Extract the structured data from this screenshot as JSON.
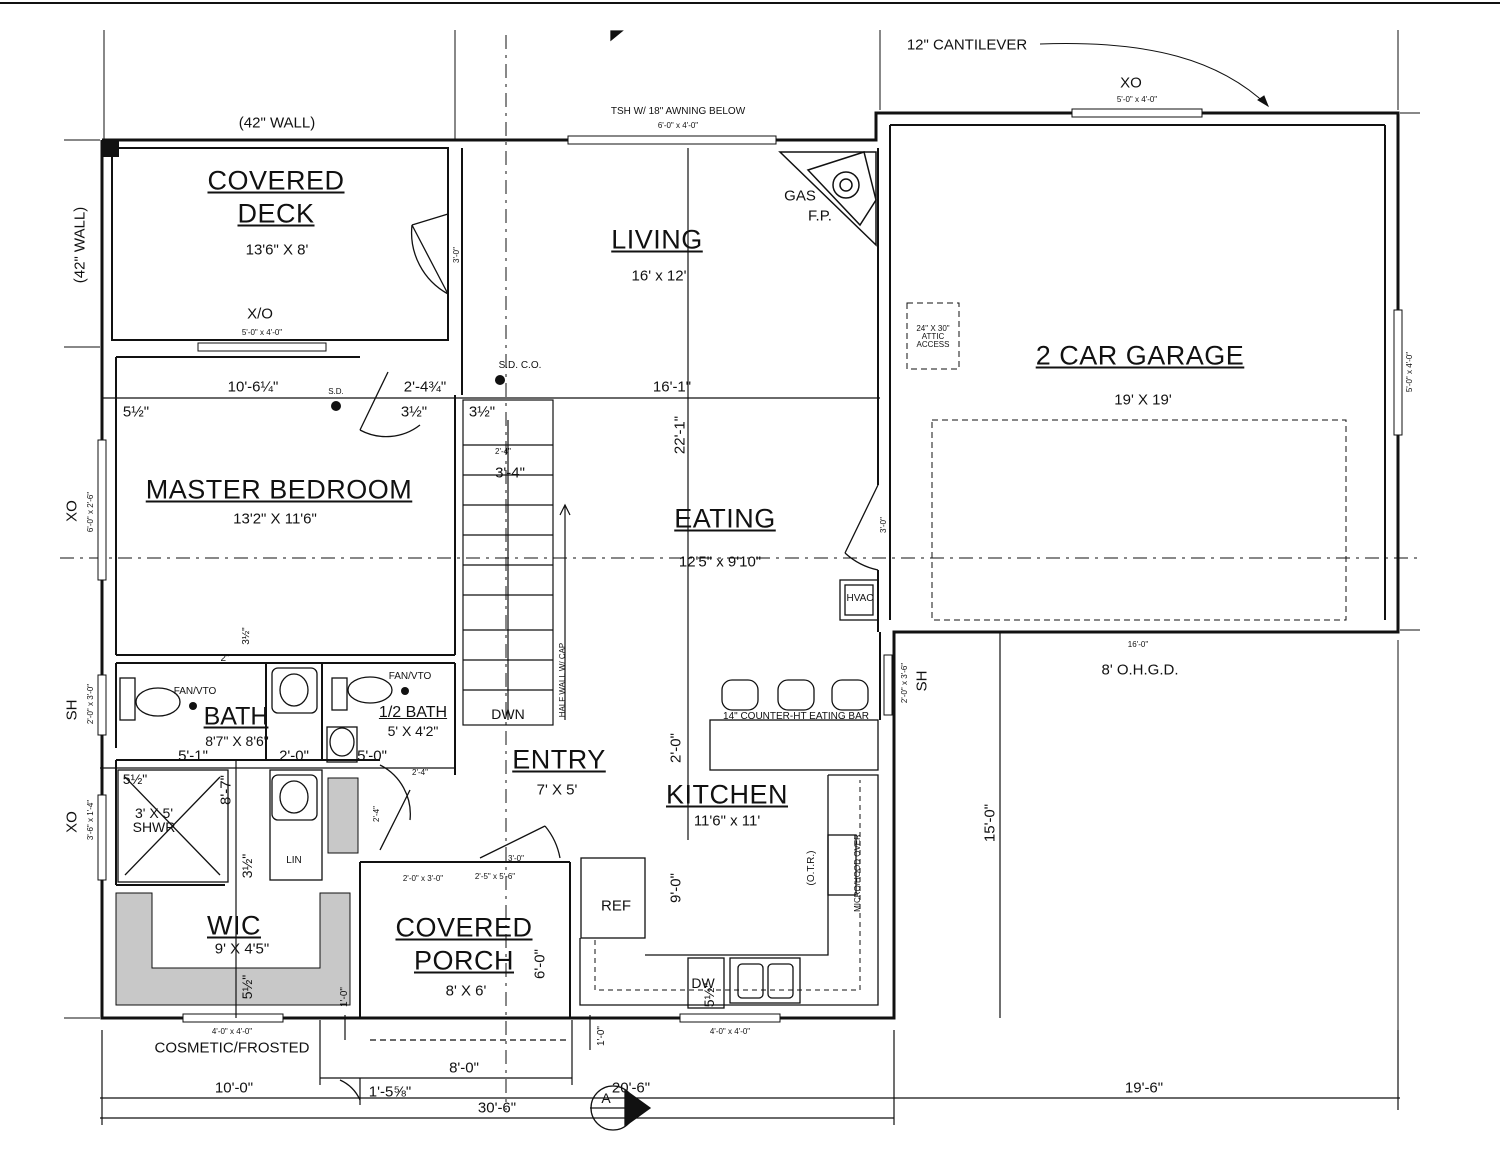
{
  "labels": {
    "cantilever": "12\" CANTILEVER",
    "wall_42_top": "(42\" WALL)",
    "wall_42_left": "(42\" WALL)",
    "tsh": "TSH W/ 18\" AWNING BELOW",
    "tsh_size": "6'-0\" x 4'-0\"",
    "xo_top": "XO",
    "xo_top_size": "5'-0\" x 4'-0\"",
    "xo_deck": "X/O",
    "xo_deck_size": "5'-0\" x 4'-0\"",
    "gas": "GAS",
    "fp": "F.P.",
    "attic": "24\" X 30\" ATTIC ACCESS",
    "garage_right_win": "5'-0\" x 4'-0\"",
    "sd": "S.D.",
    "sdco": "S.D. C.O.",
    "xo_left": "XO",
    "xo_left_size": "6'-0\" x 2'-6\"",
    "sh_left": "SH",
    "sh_left_size": "2'-0\" x 3'-0\"",
    "xo_left2": "XO",
    "xo_left2_size": "3'-6\" x 1'-4\"",
    "hvac": "HVAC",
    "sh_right": "SH",
    "sh_right_size": "2'-0\" x 3'-6\"",
    "door_16": "16'-0\"",
    "ohgd": "8' O.H.G.D.",
    "fan1": "FAN/VTO",
    "fan2": "FAN/VTO",
    "counter": "14\" COUNTER-HT EATING BAR",
    "half_wall": "HALF WALL W/ CAP",
    "dwn": "DWN",
    "lin": "LIN",
    "shwr": "3' X 5' SHWR",
    "ref": "REF",
    "dw": "DW",
    "otr": "(O.T.R.)",
    "micro": "MICRO/HOOD OVER",
    "cosmetic": "COSMETIC/FROSTED",
    "win_wic": "4'-0\" x 4'-0\"",
    "win_kitchen": "4'-0\" x 4'-0\"",
    "door_porch1": "2'-0\" x 3'-0\"",
    "door_porch2": "2'-5\" x 5'-6\"",
    "door_porch3": "3'-0\""
  },
  "rooms": {
    "deck_1": "COVERED",
    "deck_2": "DECK",
    "deck_size": "13'6\" X 8'",
    "living": "LIVING",
    "living_size": "16' x 12'",
    "garage": "2 CAR GARAGE",
    "garage_size": "19' X 19'",
    "master": "MASTER BEDROOM",
    "master_size": "13'2\" X 11'6\"",
    "eating": "EATING",
    "eating_size": "12'5\" x 9'10\"",
    "bath": "BATH",
    "bath_size": "8'7\" X 8'6\"",
    "half_bath": "1/2 BATH",
    "half_bath_size": "5' X 4'2\"",
    "entry": "ENTRY",
    "entry_size": "7' X 5'",
    "kitchen": "KITCHEN",
    "kitchen_size": "11'6\" x 11'",
    "wic": "WIC",
    "wic_size": "9' X 4'5\"",
    "porch_1": "COVERED",
    "porch_2": "PORCH",
    "porch_size": "8' X 6'"
  },
  "dimensions": {
    "d_10_6": "10'-6¼\"",
    "d_2_4": "2'-4¾\"",
    "d_16_1": "16'-1\"",
    "d_5half_a": "5½\"",
    "d_3half_a": "3½\"",
    "d_3half_b": "3½\"",
    "d_3_4": "3'-4\"",
    "d_2_4b": "2'-4\"",
    "d_22_1": "22'-1\"",
    "d_3_0_deck": "3'-0\"",
    "d_3_0_garage": "3'-0\"",
    "d_3half_c": "3½\"",
    "d_2_0": "2\"",
    "d_5_1": "5'-1\"",
    "d_2_0b": "2'-0\"",
    "d_5_0": "5'-0\"",
    "d_2_4c": "2'-4\"",
    "d_2_4d": "2'-4\"",
    "d_5half_b": "5½\"",
    "d_8_7": "8'-7\"",
    "d_3half_d": "3½\"",
    "d_2_0k": "2'-0\"",
    "d_9_0": "9'-0\"",
    "d_6_0": "6'-0\"",
    "d_1_0a": "1'-0\"",
    "d_1_0b": "1'-0\"",
    "d_5half_c": "5½\"",
    "d_5half_d": "5½\"",
    "d_15_0": "15'-0\"",
    "d_8_0": "8'-0\"",
    "d_10_0": "10'-0\"",
    "d_1_5": "1'-5⅝\"",
    "d_20_6": "20'-6\"",
    "d_19_6": "19'-6\"",
    "d_30_6": "30'-6\""
  },
  "section_marker": "A"
}
